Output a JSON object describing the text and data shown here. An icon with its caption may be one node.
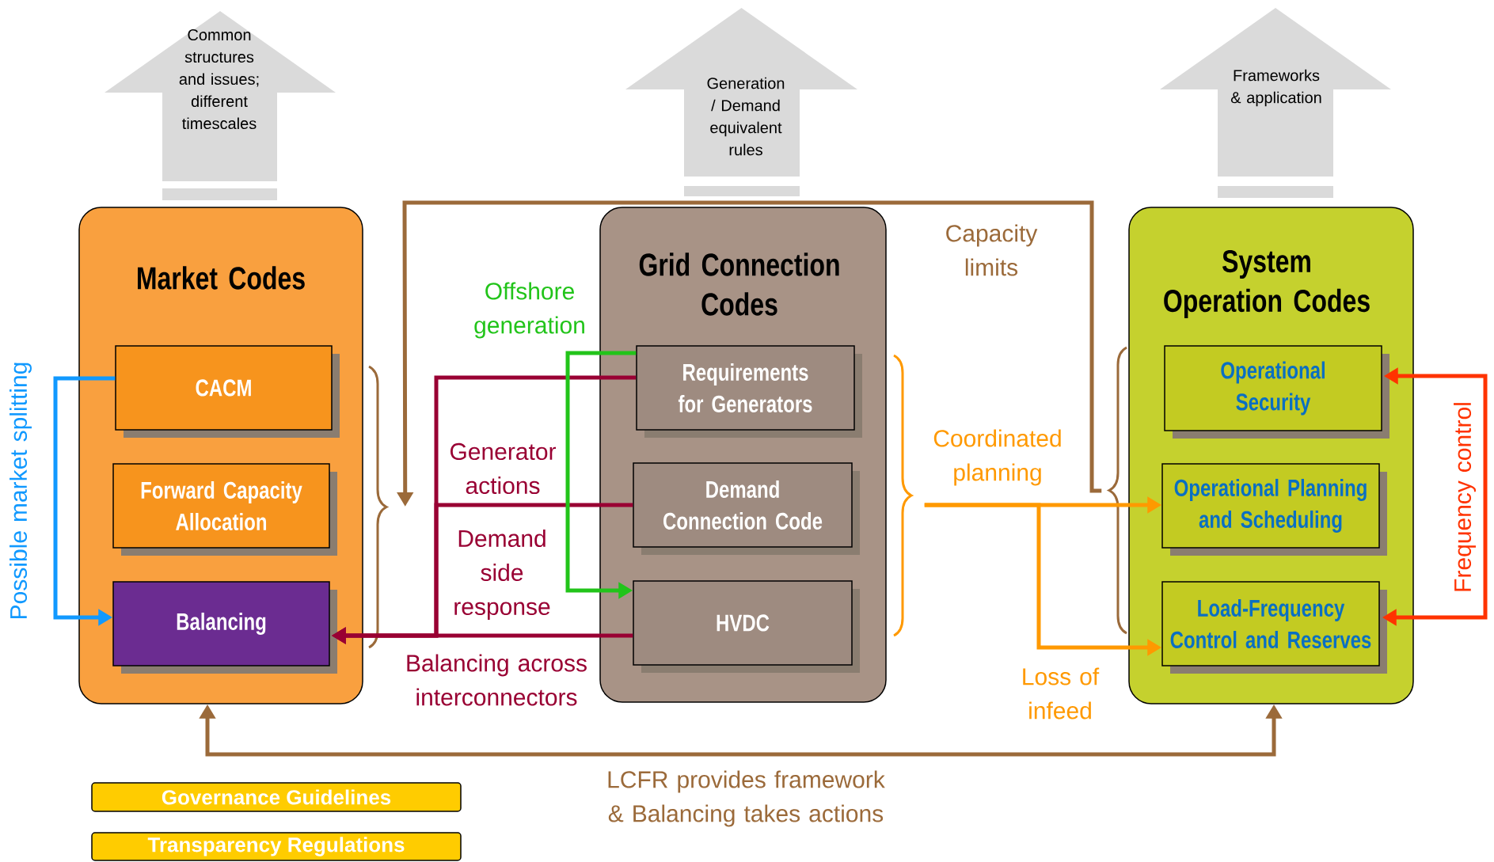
{
  "diagram": {
    "nodes": [
      {
        "text": [
          "Common structures and issues; different timescales"
        ]
      },
      {
        "text": [
          "Generation / Demand equivalent rules"
        ]
      },
      {
        "text": [
          "Frameworks & application"
        ]
      },
      {
        "text": [
          "Market Codes"
        ]
      },
      {
        "text": [
          "CACM"
        ],
        "in": 3
      },
      {
        "text": [
          "Forward Capacity Allocation"
        ],
        "in": 3
      },
      {
        "text": [
          "Balancing"
        ],
        "in": 3
      },
      {
        "text": [
          "Grid Connection Codes"
        ]
      },
      {
        "text": [
          "Requirements for Generators"
        ],
        "in": 7
      },
      {
        "text": [
          "Demand Connection Code"
        ],
        "in": 7
      },
      {
        "text": [
          "HVDC"
        ],
        "in": 7
      },
      {
        "text": [
          "System Operation Codes"
        ]
      },
      {
        "text": [
          "Operational Security"
        ],
        "in": 11
      },
      {
        "text": [
          "Operational Planning and Scheduling"
        ],
        "in": 11
      },
      {
        "text": [
          "Load-Frequency Control and Reserves"
        ],
        "in": 11
      },
      {
        "text": [
          "Governance Guidelines"
        ]
      },
      {
        "text": [
          "Transparency Regulations"
        ]
      }
    ],
    "edges": [
      {
        "from": 11,
        "to": 3,
        "arrow": "to",
        "label": "Capacity limits",
        "color": "#9b6a3a"
      },
      {
        "from": 8,
        "to": 6,
        "arrow": "to",
        "label": "Generator actions"
      },
      {
        "from": 9,
        "to": 6,
        "arrow": "to",
        "label": "Demand side response"
      },
      {
        "from": 10,
        "to": 6,
        "arrow": "to",
        "label": "Balancing across interconnectors"
      },
      {
        "from": 8,
        "to": 10,
        "arrow": "to",
        "label": "Offshore generation",
        "color": "#22c41a"
      },
      {
        "from": 7,
        "to": 13,
        "arrow": "to",
        "label": "Coordinated planning",
        "color": "#ff9900"
      },
      {
        "from": 7,
        "to": 14,
        "arrow": "to",
        "label": "Loss of infeed",
        "color": "#ff9900"
      },
      {
        "from": 4,
        "to": 6,
        "arrow": "to",
        "label": "Possible market splitting",
        "color": "#1199ff"
      },
      {
        "from": 12,
        "to": 14,
        "arrow": "both",
        "label": "Frequency control",
        "color": "#ff3300"
      },
      {
        "from": 3,
        "to": 11,
        "arrow": "both",
        "label": "LCFR provides framework & Balancing takes actions",
        "color": "#9b6a3a"
      }
    ]
  }
}
